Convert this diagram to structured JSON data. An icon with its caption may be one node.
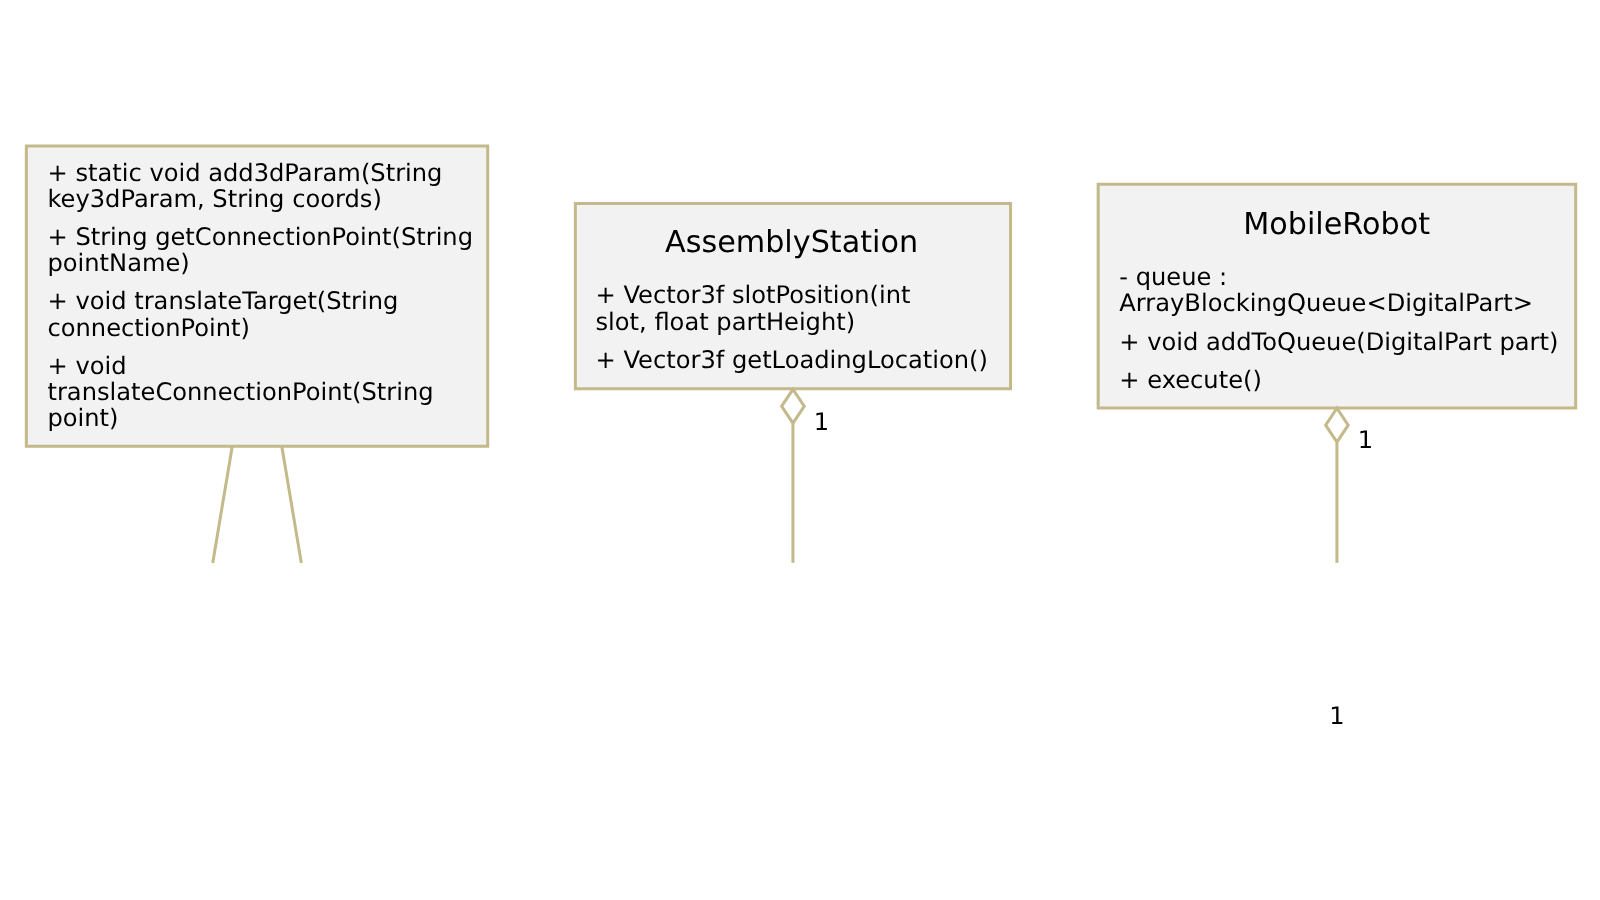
{
  "diagram": {
    "nodes": [
      {
        "text": [
          "+ static void add3dParam(String key3dParam, String coords)",
          "+ String getConnectionPoint(String pointName)",
          "+ void translateTarget(String connectionPoint)",
          "+ void translateConnectionPoint(String point)"
        ]
      },
      {
        "text": [
          "AssemblyStation",
          "+ Vector3f slotPosition(int slot, float partHeight)",
          "+ Vector3f getLoadingLocation()"
        ]
      },
      {
        "text": [
          "MobileRobot",
          "- queue : ArrayBlockingQueue<DigitalPart>",
          "+ void addToQueue(DigitalPart part)",
          "+ execute()"
        ]
      }
    ],
    "edges": [
      {
        "from": 0,
        "to": null,
        "arrow": "none"
      },
      {
        "from": 0,
        "to": null,
        "arrow": "none"
      },
      {
        "from": 1,
        "to": null,
        "arrow": "other",
        "label": "1"
      },
      {
        "from": 2,
        "to": null,
        "arrow": "other",
        "label": "1"
      }
    ],
    "labels": [
      "1"
    ]
  }
}
